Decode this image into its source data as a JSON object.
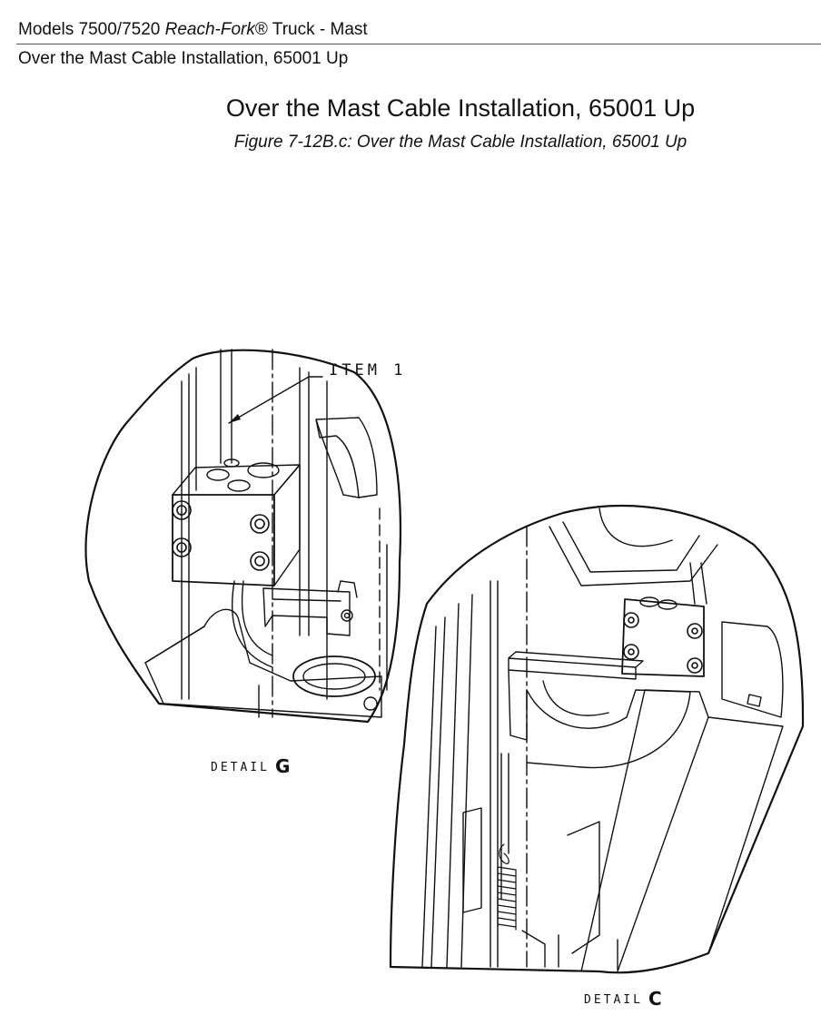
{
  "header": {
    "model_prefix": "Models 7500/7520 ",
    "model_italic": "Reach-Fork",
    "model_suffix": "® Truck - Mast",
    "section": "Over the Mast Cable Installation, 65001 Up"
  },
  "page": {
    "title": "Over the Mast Cable Installation, 65001 Up",
    "figure_caption": "Figure 7-12B.c: Over the Mast Cable Installation, 65001 Up"
  },
  "figure": {
    "callout_item": "ITEM 1",
    "detail_g_word": "DETAIL",
    "detail_g_letter": "G",
    "detail_c_word": "DETAIL",
    "detail_c_letter": "C"
  }
}
